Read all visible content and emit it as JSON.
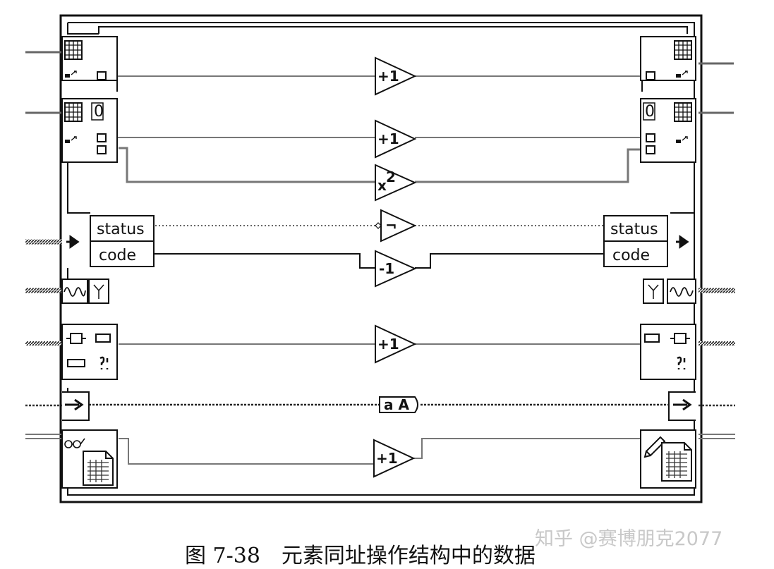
{
  "cluster_labels": {
    "status": "status",
    "code": "code"
  },
  "array_index_value": "0",
  "string_label": "a A",
  "operators": {
    "increment": "+1",
    "square": "x",
    "square_exponent": "2",
    "not": "¬",
    "decrement": "-1"
  },
  "caption": "图 7-38　元素同址操作结构中的数据",
  "watermark": "知乎 @赛博朋克2077"
}
